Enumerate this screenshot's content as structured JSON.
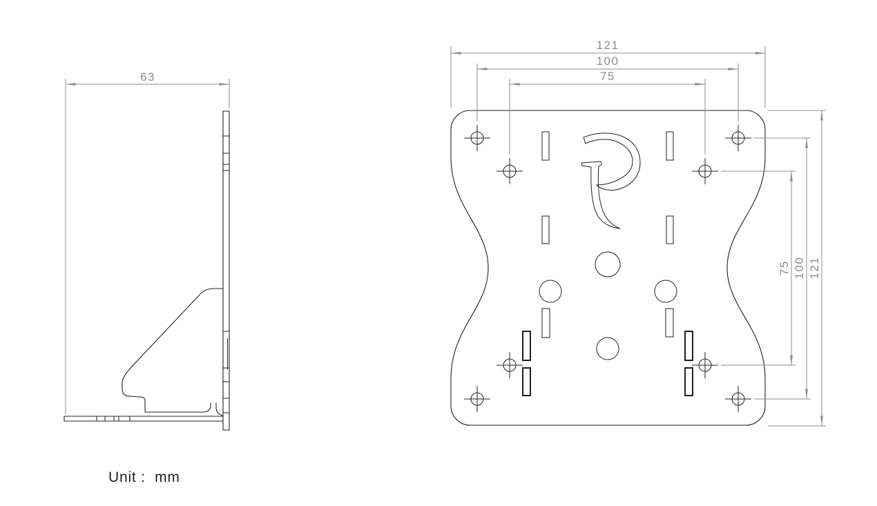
{
  "drawing": {
    "unit_label": "Unit :  mm",
    "logo_letter": "P"
  },
  "dimensions": {
    "side_view": {
      "width": "63"
    },
    "front_view": {
      "width_outer": "121",
      "width_holes_100": "100",
      "width_holes_75": "75",
      "height_holes_75": "75",
      "height_holes_100": "100",
      "height_outer": "121"
    }
  },
  "colors": {
    "geometry": "#1f1f1f",
    "dimension": "#8c8c8c",
    "background": "#ffffff"
  }
}
